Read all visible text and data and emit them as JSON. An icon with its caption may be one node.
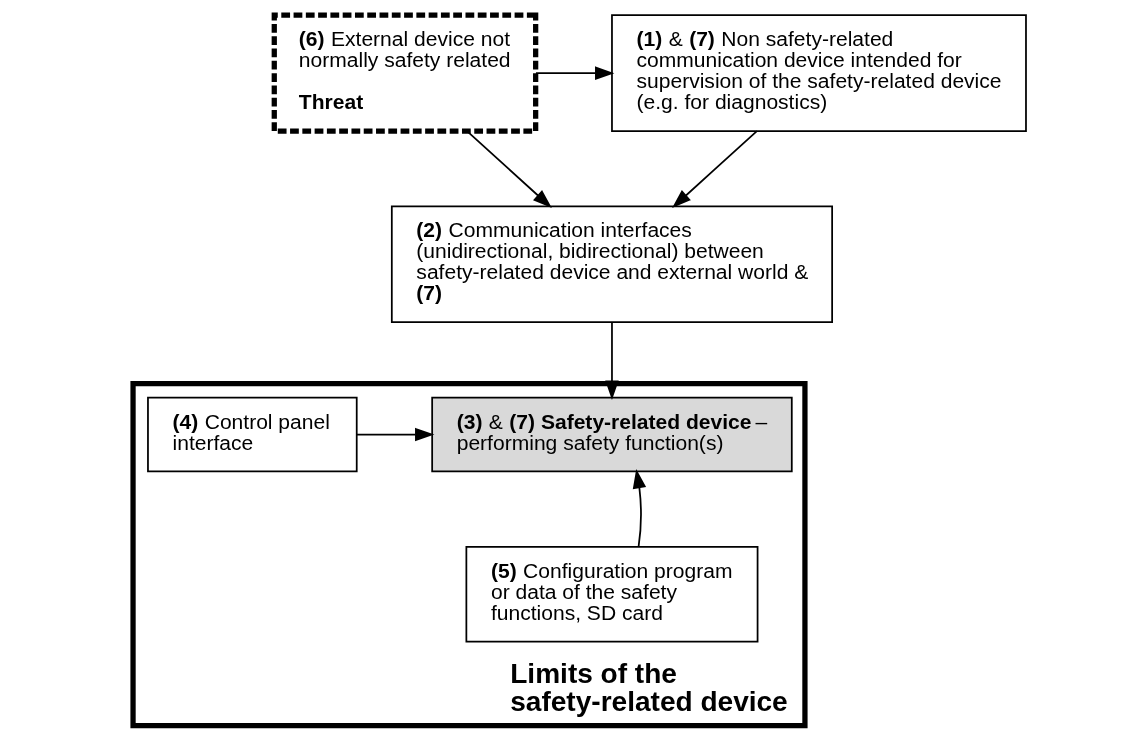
{
  "diagram": {
    "nodes": [
      {
        "text": [
          "**(1)** & **(7)** Non safety-related communication device intended for supervision of the safety-related device (e.g. for diagnostics)"
        ]
      },
      {
        "text": [
          "**(6)** External device not normally safety related",
          "Threat"
        ]
      },
      {
        "text": [
          "**(2)** Communication interfaces (unidirectional, bidirectional) between safety-related device and external world & **(7)**"
        ]
      },
      {
        "text": [
          "Limits of the safety-related device"
        ]
      },
      {
        "text": [
          "**(3)** & **(7) Safety-related device** – performing safety function(s)"
        ],
        "in": 3
      },
      {
        "text": [
          "**(4)** Control panel interface"
        ],
        "in": 3
      },
      {
        "text": [
          "**(5)** Configuration program or data of the safety functions, SD card"
        ],
        "in": 3
      }
    ],
    "edges": [
      {
        "from": 1,
        "to": 0,
        "arrow": "to"
      },
      {
        "from": 0,
        "to": 2,
        "arrow": "to"
      },
      {
        "from": 1,
        "to": 2,
        "arrow": "to"
      },
      {
        "from": 2,
        "to": 4,
        "arrow": "to"
      },
      {
        "from": 5,
        "to": 4,
        "arrow": "to"
      },
      {
        "from": 6,
        "to": 4,
        "arrow": "to"
      }
    ]
  }
}
